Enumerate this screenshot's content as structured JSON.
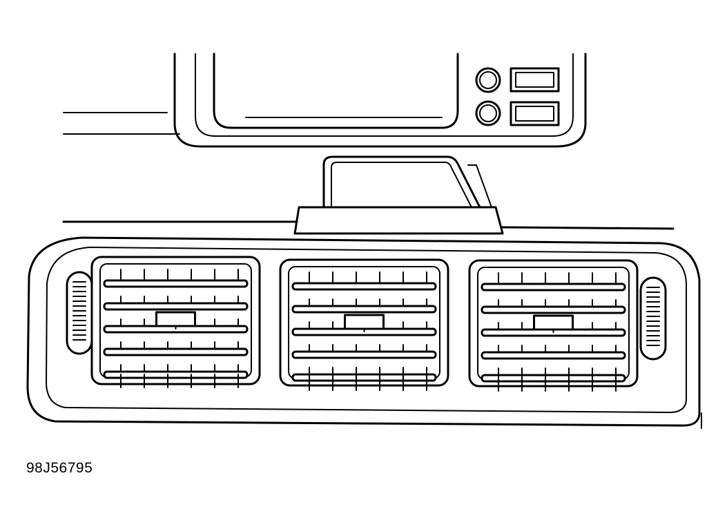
{
  "figure": {
    "code": "98J56795"
  },
  "colors": {
    "ink": "#000000",
    "paper": "#ffffff"
  },
  "components": {
    "upper_panel": "display-bezel",
    "upper_controls": [
      "knob-upper",
      "knob-lower",
      "switch-upper",
      "switch-lower"
    ],
    "bracket": "mounting-bracket",
    "vent_housing": "center-vent-panel",
    "vents": [
      "vent-left",
      "vent-center",
      "vent-right"
    ],
    "thumbwheels": [
      "thumbwheel-left",
      "thumbwheel-right"
    ]
  }
}
